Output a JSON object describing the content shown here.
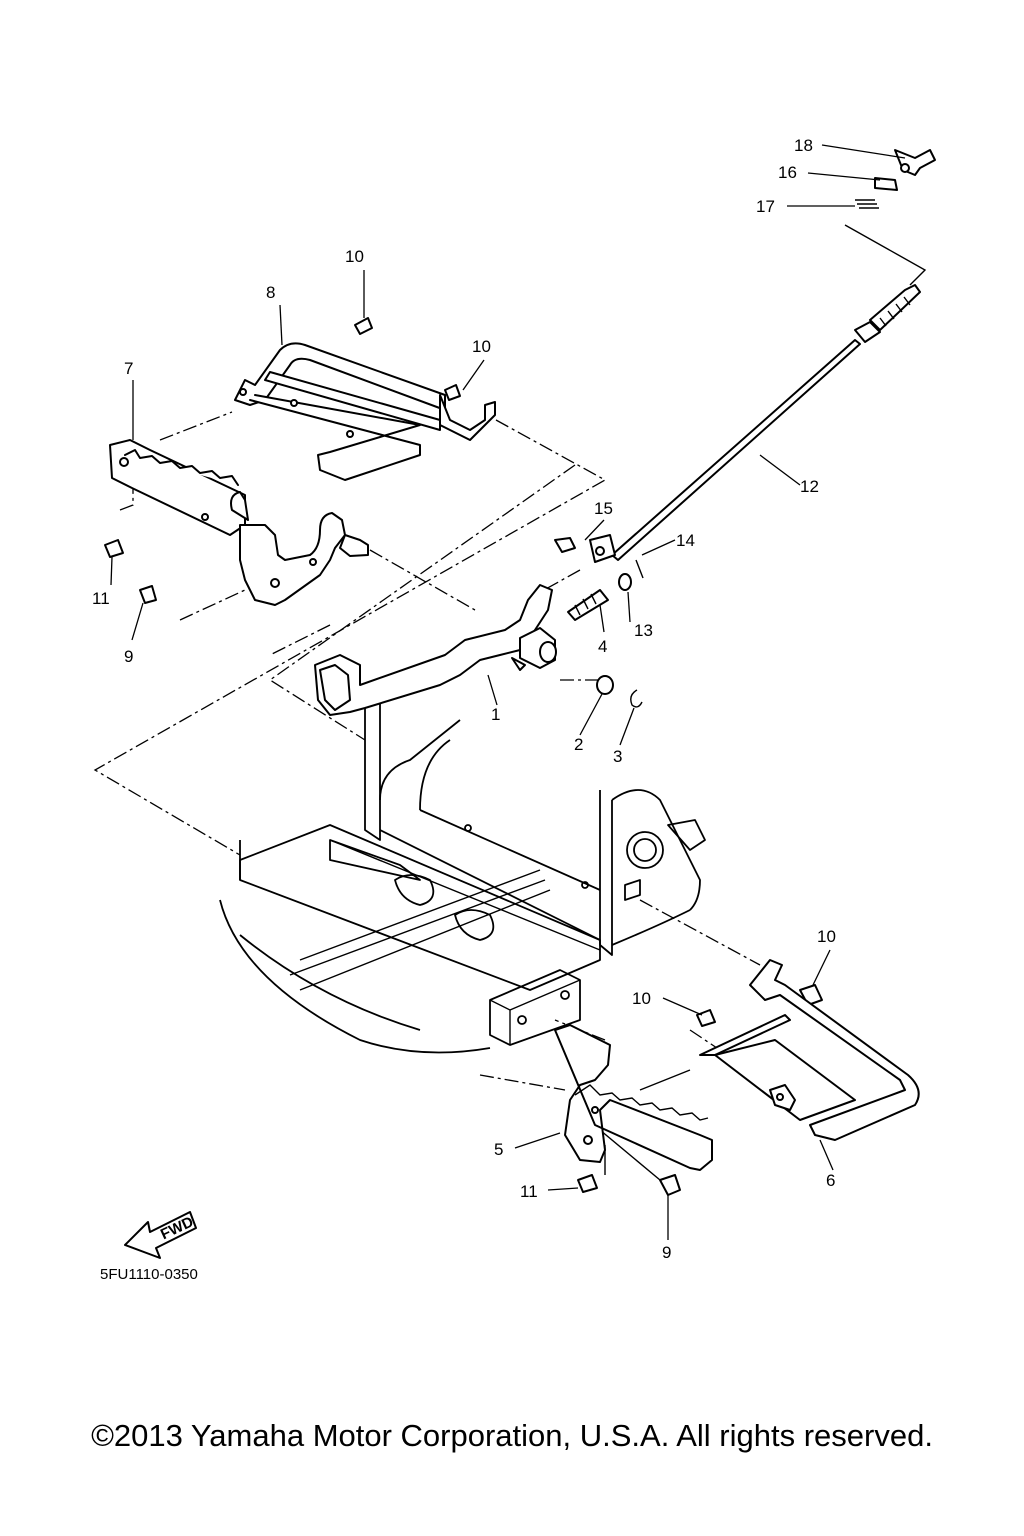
{
  "callouts": {
    "c1": "1",
    "c2": "2",
    "c3": "3",
    "c4": "4",
    "c5": "5",
    "c6": "6",
    "c7": "7",
    "c8": "8",
    "c9a": "9",
    "c9b": "9",
    "c10a": "10",
    "c10b": "10",
    "c10c": "10",
    "c10d": "10",
    "c11a": "11",
    "c11b": "11",
    "c12": "12",
    "c13": "13",
    "c14": "14",
    "c15": "15",
    "c16": "16",
    "c17": "17",
    "c18": "18"
  },
  "fwd_label": "FWD",
  "diagram_code": "5FU1110-0350",
  "copyright": "©2013 Yamaha Motor Corporation, U.S.A. All rights reserved."
}
